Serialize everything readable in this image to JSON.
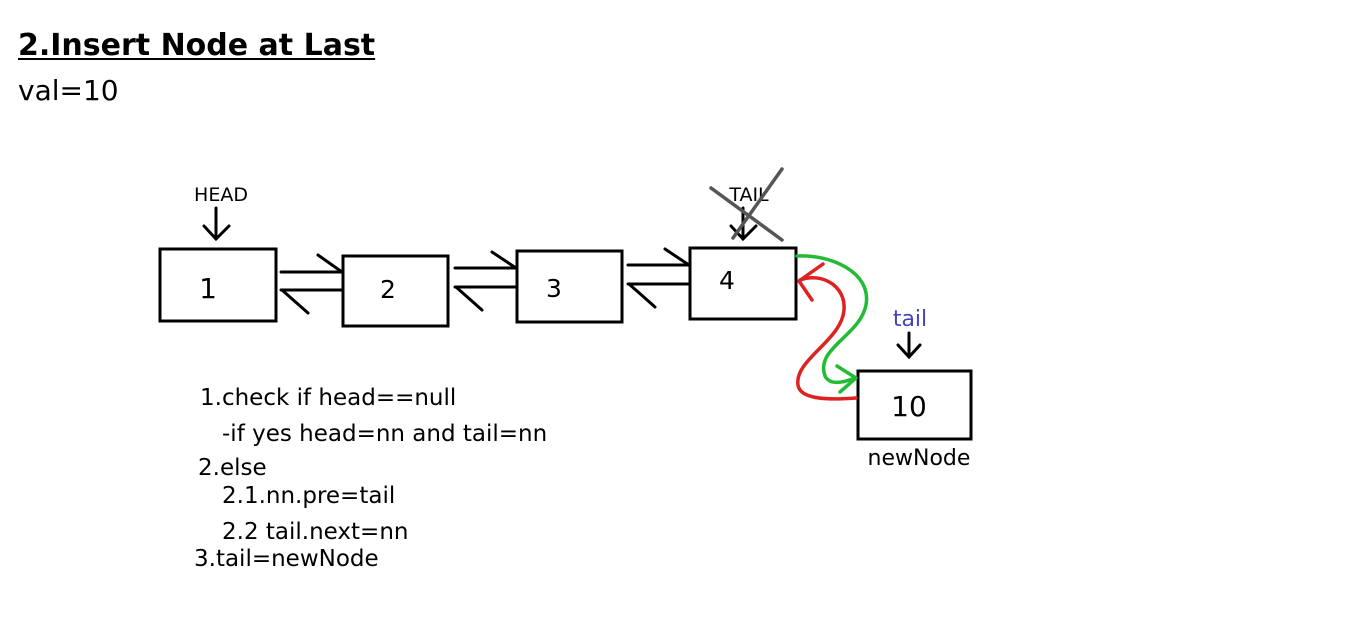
{
  "title": "2.Insert Node at Last",
  "subtitle": "val=10",
  "nodes": [
    {
      "id": "n1",
      "value": "1"
    },
    {
      "id": "n2",
      "value": "2"
    },
    {
      "id": "n3",
      "value": "3"
    },
    {
      "id": "n4",
      "value": "4"
    },
    {
      "id": "n5",
      "value": "10"
    }
  ],
  "pointers": {
    "head": "HEAD",
    "old_tail": "TAIL",
    "new_tail": "tail",
    "new_node": "newNode"
  },
  "colors": {
    "ink": "#000000",
    "strike": "#555555",
    "next_link": "#22bb33",
    "prev_link": "#dd2222",
    "tail_label": "#4444bb"
  },
  "steps": [
    "1.check if head==null",
    "-if yes head=nn and tail=nn",
    "2.else",
    "2.1.nn.pre=tail",
    "2.2 tail.next=nn",
    "3.tail=newNode"
  ]
}
